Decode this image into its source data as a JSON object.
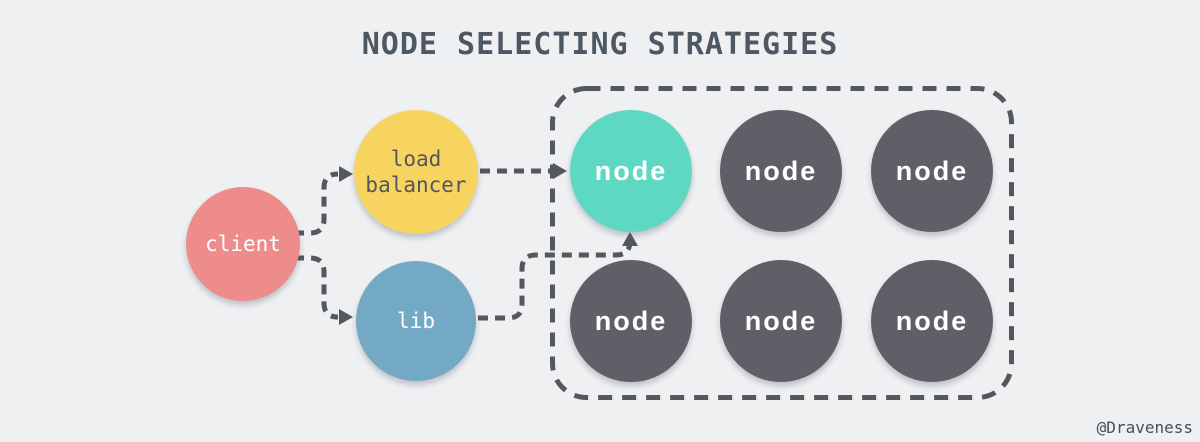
{
  "title": "NODE SELECTING STRATEGIES",
  "watermark": "@Draveness",
  "colors": {
    "background": "#eef0f2",
    "client_circle": "#ee8c8c",
    "load_balancer_circle": "#f7d35f",
    "lib_circle": "#74a9c6",
    "node_selected": "#5fd8c3",
    "node_default": "#615e67",
    "connector_dash": "#54575c",
    "title_text": "#4d5862",
    "label_on_yellow": "#54565e",
    "label_light": "#ffffff"
  },
  "client": {
    "label": "client"
  },
  "load_balancer": {
    "label": "load balancer"
  },
  "lib": {
    "label": "lib"
  },
  "cluster": {
    "nodes": [
      {
        "label": "node",
        "state": "selected"
      },
      {
        "label": "node",
        "state": "default"
      },
      {
        "label": "node",
        "state": "default"
      },
      {
        "label": "node",
        "state": "default"
      },
      {
        "label": "node",
        "state": "default"
      },
      {
        "label": "node",
        "state": "default"
      }
    ]
  }
}
